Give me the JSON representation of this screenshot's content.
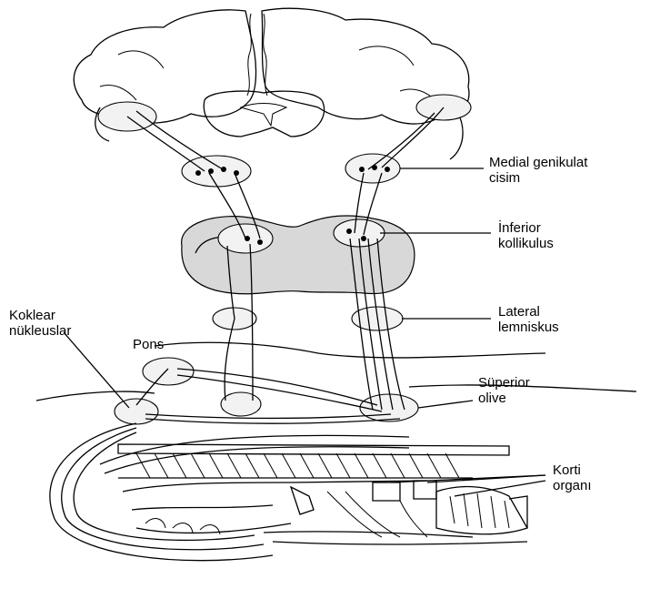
{
  "labels": {
    "medial_genikulat": [
      "Medial genikulat",
      "cisim"
    ],
    "inferior_kollikulus": [
      "İnferior",
      "kollikulus"
    ],
    "lateral_lemniskus": [
      "Lateral",
      "lemniskus"
    ],
    "koklear_nukleuslar": [
      "Koklear",
      "nükleuslar"
    ],
    "pons": "Pons",
    "superior_olive": [
      "Süperior",
      "olive"
    ],
    "korti_organi": [
      "Korti",
      "organı"
    ]
  }
}
